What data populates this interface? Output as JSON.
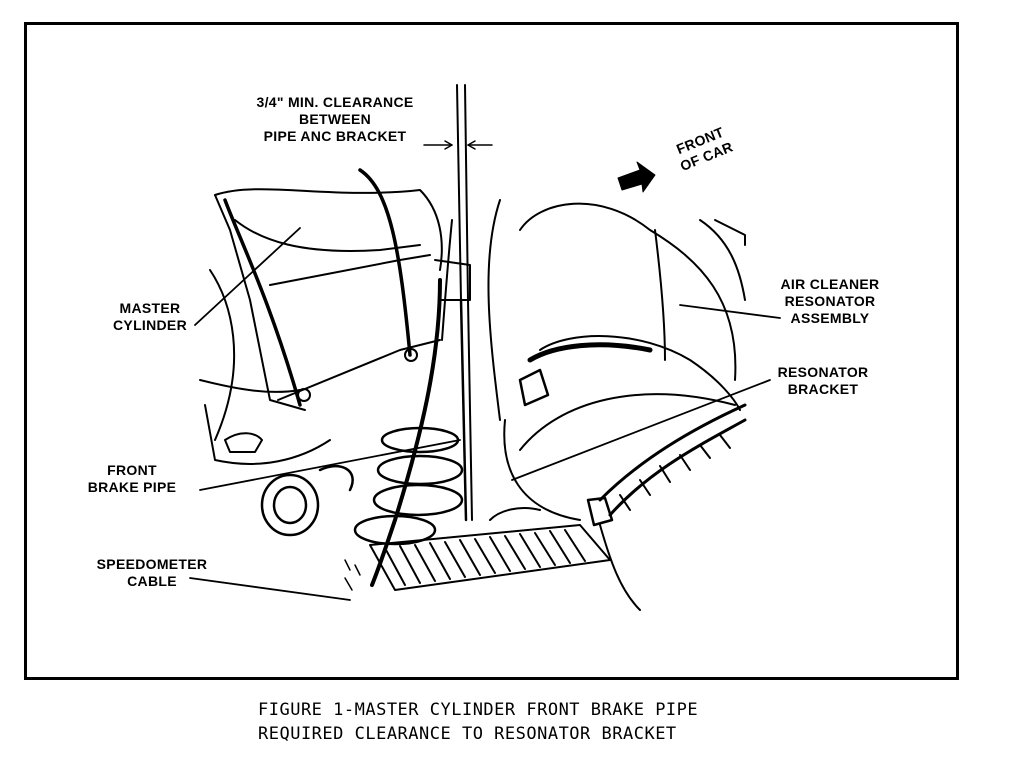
{
  "labels": {
    "clearance": "3/4\" MIN. CLEARANCE\nBETWEEN\nPIPE ANC BRACKET",
    "front_of_car": "FRONT\nOF CAR",
    "master_cylinder": "MASTER\nCYLINDER",
    "air_cleaner": "AIR CLEANER\nRESONATOR\nASSEMBLY",
    "resonator_bracket": "RESONATOR\nBRACKET",
    "front_brake_pipe": "FRONT\nBRAKE PIPE",
    "speedometer_cable": "SPEEDOMETER\nCABLE"
  },
  "caption": {
    "line1": "FIGURE 1-MASTER CYLINDER FRONT BRAKE PIPE",
    "line2": "REQUIRED CLEARANCE TO RESONATOR BRACKET"
  }
}
